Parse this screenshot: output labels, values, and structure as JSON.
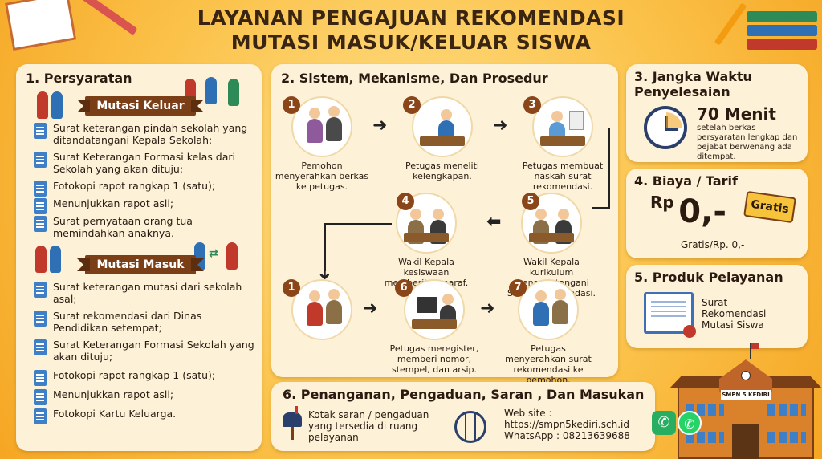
{
  "title": {
    "line1": "LAYANAN PENGAJUAN REKOMENDASI",
    "line2": "MUTASI MASUK/KELUAR SISWA"
  },
  "persyaratan": {
    "heading": "1. Persyaratan",
    "keluar_label": "Mutasi Keluar",
    "keluar_items": [
      "Surat keterangan pindah sekolah yang ditandatangani Kepala Sekolah;",
      "Surat Keterangan Formasi kelas dari Sekolah yang akan dituju;",
      "Fotokopi rapot rangkap 1 (satu);",
      "Menunjukkan rapot asli;",
      "Surat pernyataan orang tua memindahkan anaknya."
    ],
    "masuk_label": "Mutasi Masuk",
    "masuk_items": [
      "Surat keterangan mutasi dari sekolah asal;",
      "Surat rekomendasi dari Dinas Pendidikan setempat;",
      "Surat Keterangan Formasi Sekolah yang akan dituju;",
      "Fotokopi rapot rangkap 1 (satu);",
      "Menunjukkan rapot asli;",
      "Fotokopi Kartu Keluarga."
    ]
  },
  "prosedur": {
    "heading": "2. Sistem, Mekanisme, Dan Prosedur",
    "steps": [
      {
        "num": "1",
        "text": "Pemohon menyerahkan berkas ke petugas."
      },
      {
        "num": "2",
        "text": "Petugas meneliti kelengkapan."
      },
      {
        "num": "3",
        "text": "Petugas membuat naskah surat rekomendasi."
      },
      {
        "num": "5",
        "text": "Wakil Kepala kurikulum menandatangani Surat Rekomendasi."
      },
      {
        "num": "4",
        "text": "Wakil Kepala kesiswaan memberikan paraf."
      },
      {
        "num": "1",
        "text": ""
      },
      {
        "num": "6",
        "text": "Petugas meregister, memberi nomor, stempel, dan arsip."
      },
      {
        "num": "7",
        "text": "Petugas menyerahkan surat rekomendasi ke pemohon."
      }
    ]
  },
  "waktu": {
    "heading": "3. Jangka Waktu Penyelesaian",
    "value": "70 Menit",
    "note": "setelah berkas persyaratan lengkap dan pejabat berwenang ada ditempat."
  },
  "biaya": {
    "heading": "4. Biaya / Tarif",
    "amount": "Rp 0,-",
    "rp": "Rp",
    "zero": "0,-",
    "badge": "Gratis",
    "note": "Gratis/Rp. 0,-"
  },
  "produk": {
    "heading": "5. Produk Pelayanan",
    "text": "Surat Rekomendasi Mutasi Siswa"
  },
  "pengaduan": {
    "heading": "6. Penanganan, Pengaduan, Saran , Dan Masukan",
    "kotak": "Kotak saran / pengaduan yang tersedia di ruang pelayanan",
    "web_label": "Web site :",
    "web": "https://smpn5kediri.sch.id",
    "wa": "WhatsApp : 08213639688"
  },
  "school_sign": "SMPN 5 KEDIRI",
  "colors": {
    "accent": "#8a4518",
    "doc_blue": "#3f7fc8",
    "panel": "#fdf1d8"
  }
}
